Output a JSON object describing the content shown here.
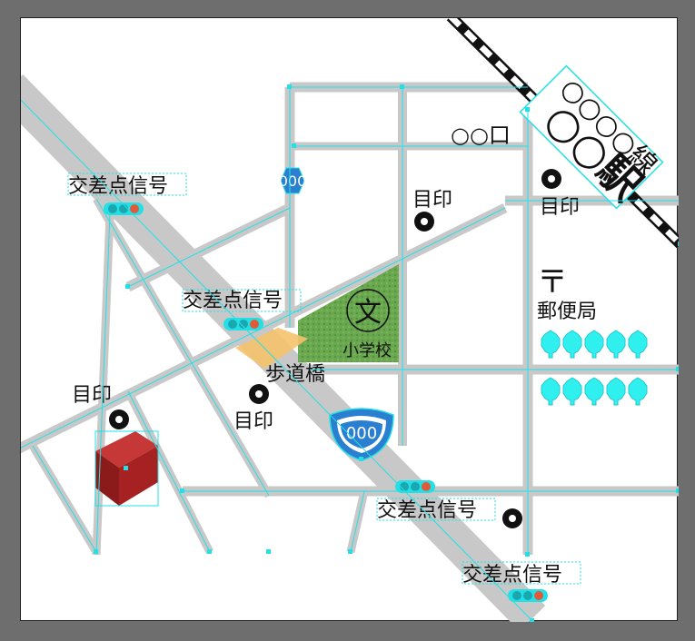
{
  "canvas": {
    "background": "#6e6e6e",
    "artboard": "#ffffff",
    "selection_color": "#22e0e6"
  },
  "colors": {
    "road": "#c8c8c8",
    "park": "#6aa84f",
    "building": "#b22222",
    "bridge": "#f5c26b",
    "route_shield": "#2b7fd0",
    "rail": "#111111"
  },
  "station": {
    "line_label": "○○○○線",
    "station_label": "○○駅"
  },
  "place_labels": {
    "top_marker": "○○口",
    "school_symbol": "文",
    "school": "小学校",
    "post_symbol": "〒",
    "post_office": "郵便局",
    "footbridge": "歩道橋"
  },
  "route_shields": {
    "upper": "000",
    "lower": "000"
  },
  "signals": {
    "s1": "交差点信号",
    "s2": "交差点信号",
    "s3": "交差点信号",
    "s4": "交差点信号"
  },
  "landmarks": {
    "m1": "目印",
    "m2": "目印",
    "m3": "目印",
    "m4": "目印"
  },
  "icons": [
    "railway-track-icon",
    "station-sign-icon",
    "route-shield-icon",
    "traffic-signal-icon",
    "landmark-dot-icon",
    "school-icon",
    "post-office-icon",
    "tree-icon",
    "building-icon"
  ]
}
